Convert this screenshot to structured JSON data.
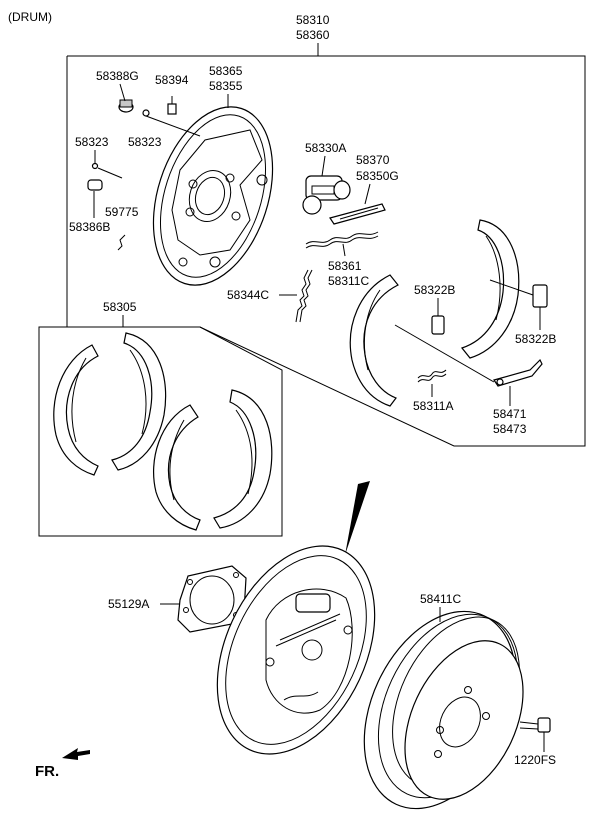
{
  "header": {
    "title": "(DRUM)"
  },
  "orientation": {
    "front_label": "FR."
  },
  "parts": {
    "assembly_a": "58310",
    "assembly_b": "58360",
    "plug": "58388G",
    "bleeder": "58394",
    "plate_a": "58365",
    "plate_b": "58355",
    "pin_a": "58323",
    "pin_b": "58323",
    "wheel_cyl": "58330A",
    "adjuster_a": "58370",
    "adjuster_b": "58350G",
    "cup": "58386B",
    "bolt_small": "59775",
    "shoe_kit": "58305",
    "spring_upper_a": "58361",
    "spring_upper_b": "58311C",
    "spring_lower": "58344C",
    "retainer_a": "58322B",
    "retainer_b": "58322B",
    "spring_return": "58311A",
    "lever_a": "58471",
    "lever_b": "58473",
    "gasket": "55129A",
    "drum": "58411C",
    "bolt": "1220FS"
  }
}
